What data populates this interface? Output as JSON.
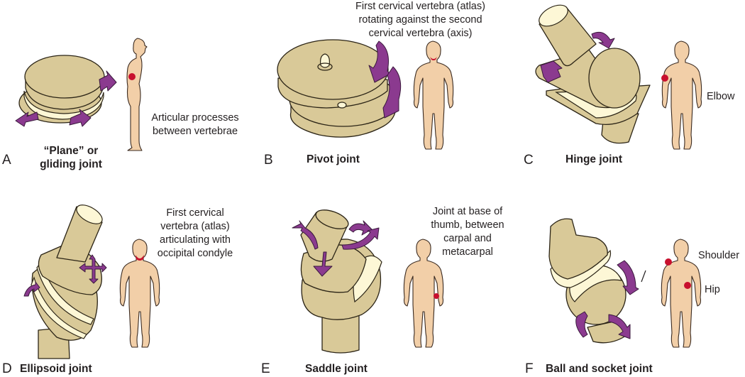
{
  "figure": {
    "panels": [
      {
        "id": "A",
        "letter": "A",
        "title_lines": [
          "“Plane” or",
          "gliding joint"
        ],
        "description_lines": [
          "Articular processes",
          "between vertebrae"
        ],
        "marker_locations": [
          "lower back"
        ],
        "figure_view": "side"
      },
      {
        "id": "B",
        "letter": "B",
        "title_lines": [
          "Pivot joint"
        ],
        "description_lines": [
          "First cervical vertebra (atlas)",
          "rotating against the second",
          "cervical vertebra (axis)"
        ],
        "marker_locations": [
          "neck"
        ],
        "figure_view": "front"
      },
      {
        "id": "C",
        "letter": "C",
        "title_lines": [
          "Hinge joint"
        ],
        "description_lines": [
          "Elbow"
        ],
        "marker_locations": [
          "elbow"
        ],
        "figure_view": "front"
      },
      {
        "id": "D",
        "letter": "D",
        "title_lines": [
          "Ellipsoid joint"
        ],
        "description_lines": [
          "First cervical",
          "vertebra (atlas)",
          "articulating with",
          "occipital condyle"
        ],
        "marker_locations": [
          "neck"
        ],
        "figure_view": "front"
      },
      {
        "id": "E",
        "letter": "E",
        "title_lines": [
          "Saddle joint"
        ],
        "description_lines": [
          "Joint at base of",
          "thumb, between",
          "carpal and",
          "metacarpal"
        ],
        "marker_locations": [
          "thumb base"
        ],
        "figure_view": "front"
      },
      {
        "id": "F",
        "letter": "F",
        "title_lines": [
          "Ball and socket joint"
        ],
        "description_lines": [
          "Shoulder",
          "Hip"
        ],
        "marker_locations": [
          "shoulder",
          "hip"
        ],
        "figure_view": "front"
      }
    ],
    "colors": {
      "bone": "#d9c998",
      "cartilage": "#fdf7d6",
      "movement_arrow": "#8b3a8f",
      "skin": "#f2cfa8",
      "joint_marker": "#c8102e"
    }
  }
}
